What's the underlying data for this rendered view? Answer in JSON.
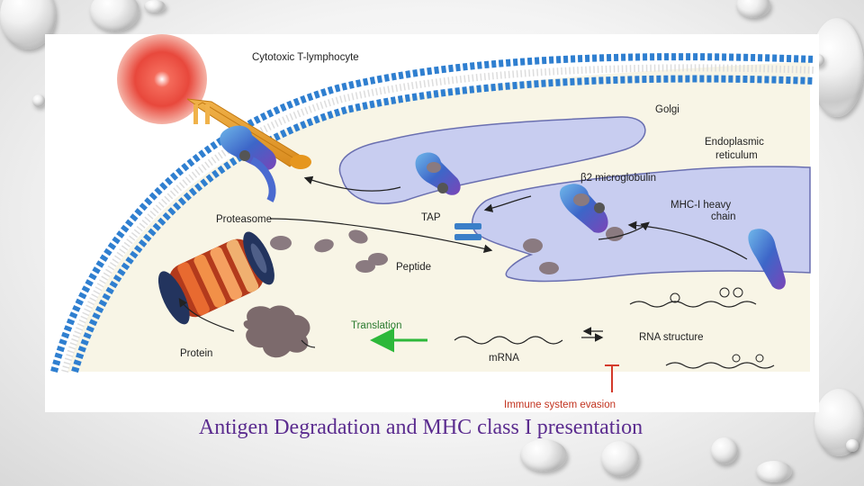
{
  "diagram": {
    "labels": {
      "ctl": "Cytotoxic T-lymphocyte",
      "golgi": "Golgi",
      "er_line1": "Endoplasmic",
      "er_line2": "reticulum",
      "b2m": "β2 microglobulin",
      "mhc_line1": "MHC-I heavy",
      "mhc_line2": "chain",
      "proteasome": "Proteasome",
      "tap": "TAP",
      "peptide": "Peptide",
      "translation": "Translation",
      "protein": "Protein",
      "mrna": "mRNA",
      "rna_structure": "RNA structure",
      "evasion": "Immune system evasion"
    }
  },
  "caption": "Antigen Degradation and MHC class I presentation",
  "colors": {
    "caption": "#5b2c8f",
    "membrane": "#2f7fd0",
    "er": "#c8cdf0",
    "translation_arrow": "#2db83a",
    "evasion": "#d43a2a"
  }
}
